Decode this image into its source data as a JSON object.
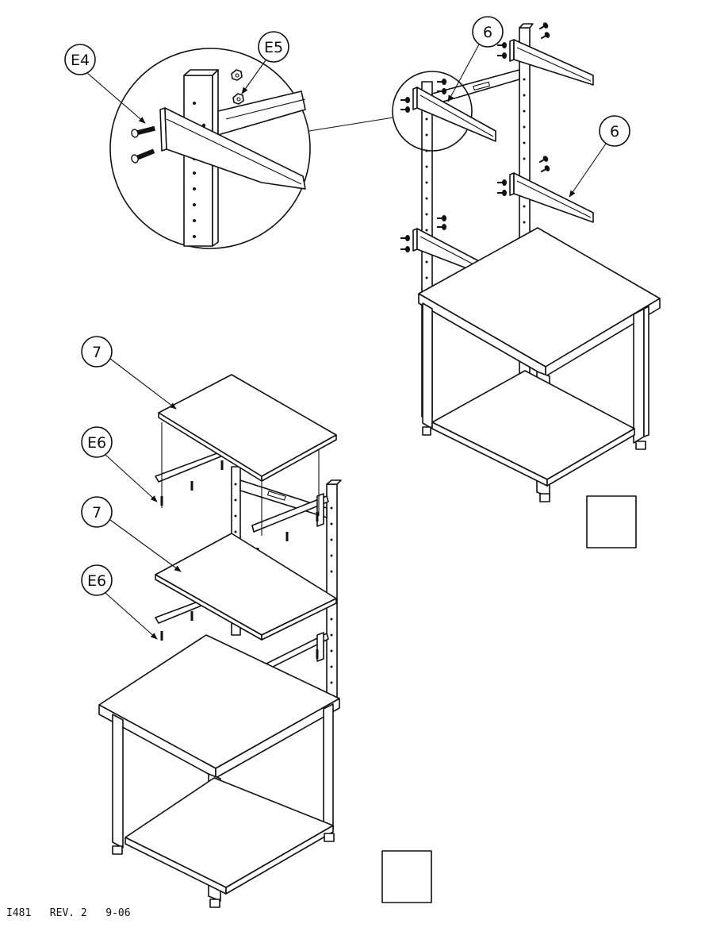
{
  "callouts": {
    "e4": "E4",
    "e5": "E5",
    "six_upper": "6",
    "six_lower": "6",
    "seven_upper": "7",
    "seven_lower": "7",
    "e6_upper": "E6",
    "e6_lower": "E6"
  },
  "footer": {
    "part_number": "I481",
    "revision": "REV. 2",
    "date": "9-06"
  }
}
